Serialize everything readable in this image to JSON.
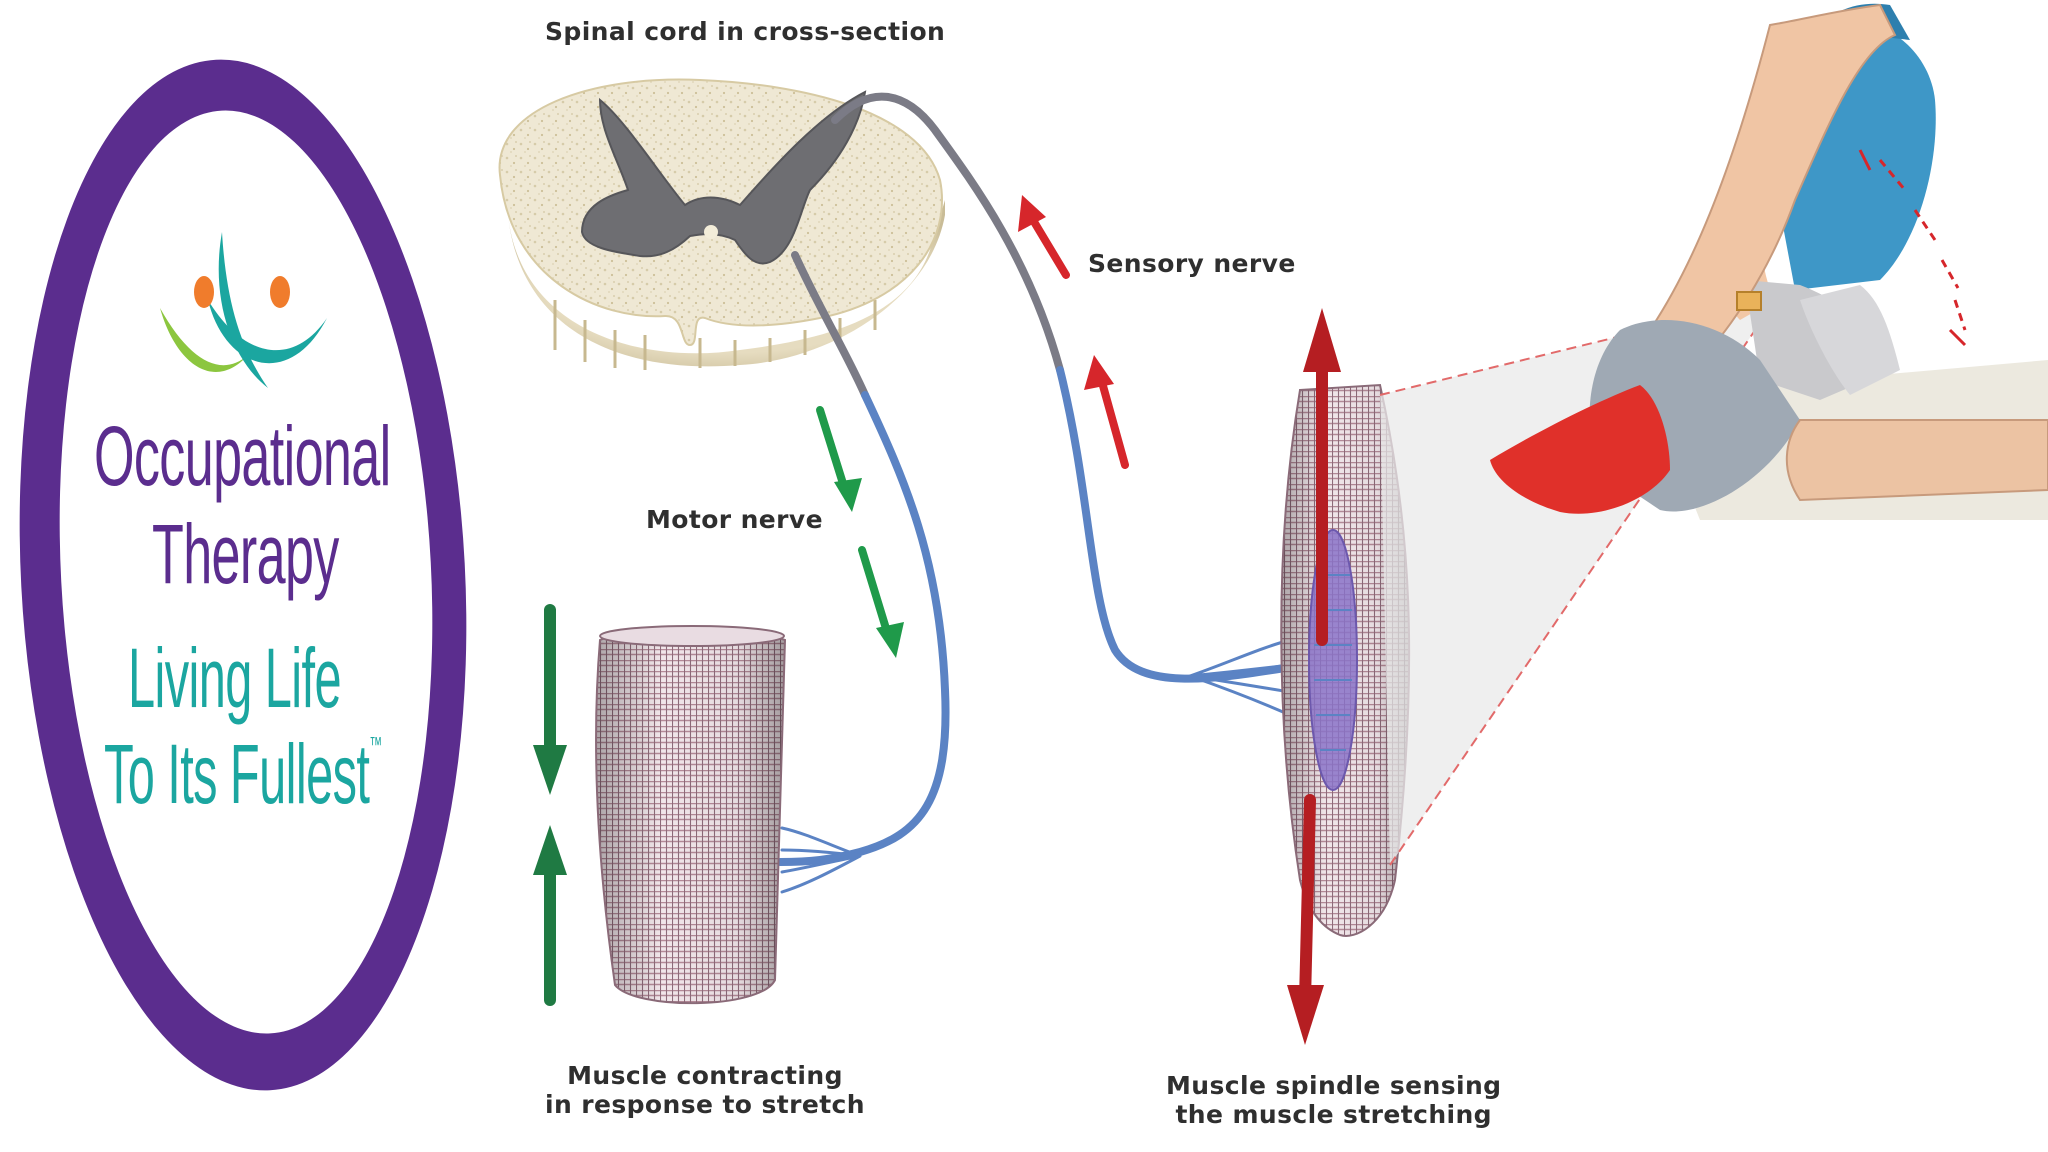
{
  "logo": {
    "line1": "Occupational",
    "line2": "Therapy",
    "line3": "Living Life",
    "line4": "To Its Fullest",
    "trademark": "™",
    "colors": {
      "purple": "#5b2d8e",
      "teal": "#1ba6a0",
      "orange": "#f07c2c",
      "green": "#8cc63f"
    }
  },
  "diagram": {
    "labels": {
      "spinal_cord": "Spinal cord in cross-section",
      "sensory_nerve": "Sensory nerve",
      "motor_nerve": "Motor nerve",
      "muscle_contracting_1": "Muscle contracting",
      "muscle_contracting_2": "in response to stretch",
      "muscle_spindle_1": "Muscle spindle sensing",
      "muscle_spindle_2": "the muscle stretching"
    },
    "colors": {
      "nerve_gray": "#7b7b86",
      "nerve_blue": "#5b83c4",
      "signal_red": "#d6262b",
      "signal_green": "#1f9a4a",
      "spindle_purple": "#8a73c8",
      "gray_matter": "#6b6b6b",
      "white_matter": "#efe7d2"
    }
  }
}
